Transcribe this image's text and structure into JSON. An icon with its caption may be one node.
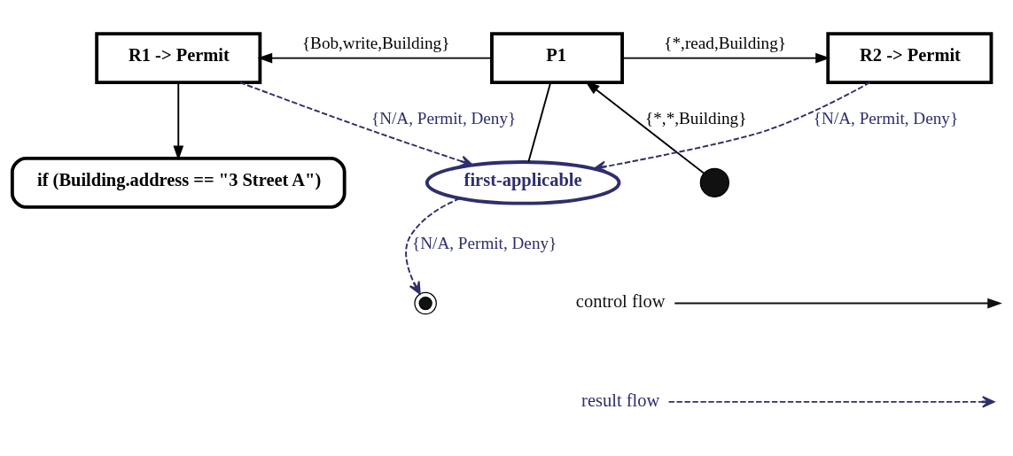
{
  "diagram": {
    "nodes": [
      {
        "text": [],
        "shape": "circle"
      },
      {
        "text": [
          "P1"
        ]
      },
      {
        "text": [
          "R2 -> Permit"
        ]
      },
      {
        "text": [
          "R1 -> Permit"
        ]
      },
      {
        "text": [
          "if (Building.address == \"3 Street A\")"
        ]
      },
      {
        "text": [
          "first-applicable"
        ]
      },
      {
        "text": [],
        "shape": "circle"
      }
    ],
    "edges": [
      {
        "from": 0,
        "to": 1,
        "arrow": "to",
        "label": "{*,*,Building}"
      },
      {
        "from": 1,
        "to": 2,
        "arrow": "to",
        "label": "{*,read,Building}"
      },
      {
        "from": 1,
        "to": 3,
        "arrow": "to",
        "label": "{Bob,write,Building}"
      },
      {
        "from": 3,
        "to": 4,
        "arrow": "to"
      },
      {
        "from": 1,
        "to": 5,
        "arrow": "none"
      },
      {
        "from": 2,
        "to": 5,
        "arrow": "to",
        "label": "{N/A, Permit, Deny}",
        "style": "dashed",
        "color": "#2e2e6e"
      },
      {
        "from": 3,
        "to": 5,
        "arrow": "to",
        "label": "{N/A, Permit, Deny}",
        "style": "dashed",
        "color": "#2e2e6e"
      },
      {
        "from": 5,
        "to": 6,
        "arrow": "to",
        "label": "{N/A, Permit, Deny}",
        "style": "dashed",
        "color": "#2e2e6e"
      }
    ],
    "legend": [
      {
        "text": "control flow"
      },
      {
        "text": "result flow"
      }
    ]
  }
}
